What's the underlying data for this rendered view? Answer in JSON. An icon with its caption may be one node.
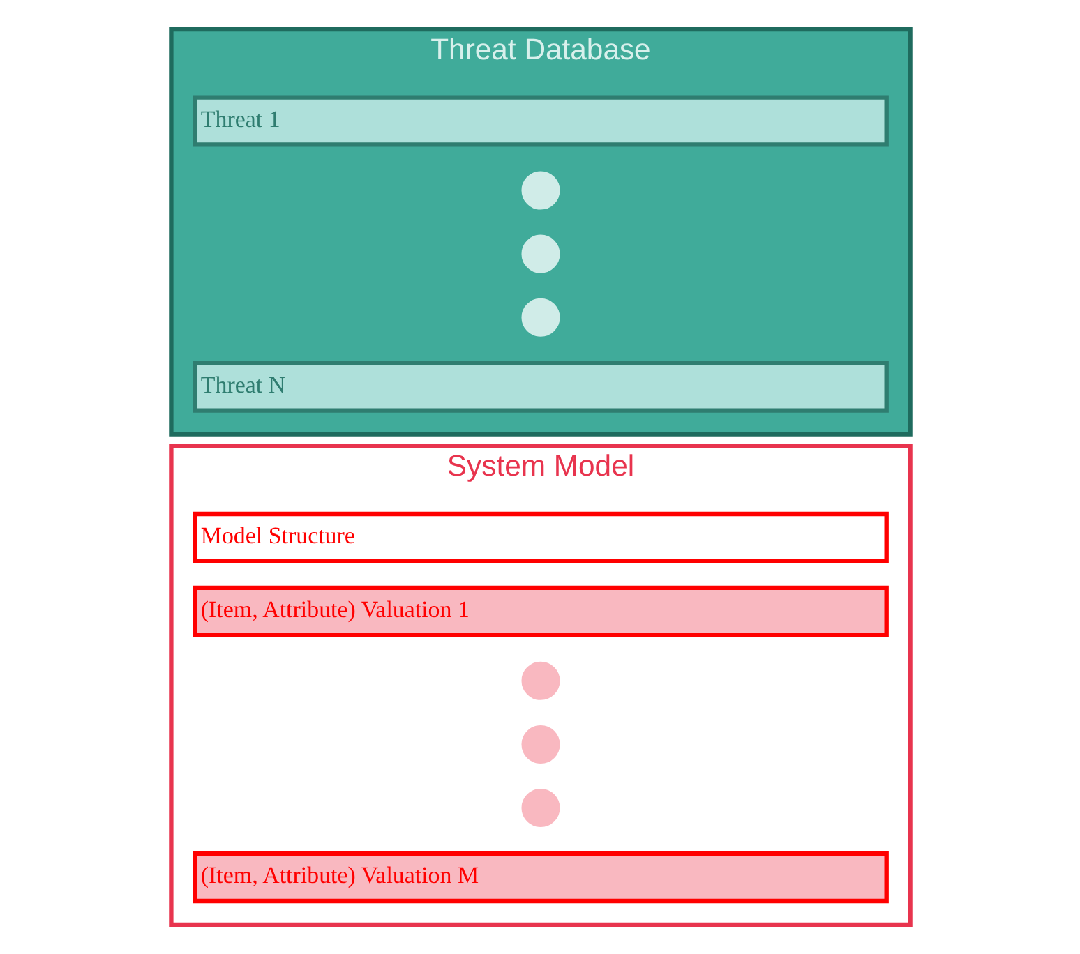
{
  "diagram": {
    "nodes": [
      {
        "text": [
          "System Model"
        ]
      },
      {
        "text": [
          "Model Structure"
        ],
        "in": 0
      },
      {
        "text": [
          "(Item, Attribute) Valuation 1"
        ],
        "in": 0
      },
      {
        "text": [],
        "shape": "circle",
        "in": 0
      },
      {
        "text": [],
        "shape": "circle",
        "in": 0
      },
      {
        "text": [],
        "shape": "circle",
        "in": 0
      },
      {
        "text": [
          "(Item, Attribute) Valuation M"
        ],
        "in": 0
      },
      {
        "text": [
          "Threat Database"
        ]
      },
      {
        "text": [
          "Threat 1"
        ],
        "in": 7
      },
      {
        "text": [],
        "shape": "circle",
        "in": 7
      },
      {
        "text": [],
        "shape": "circle",
        "in": 7
      },
      {
        "text": [],
        "shape": "circle",
        "in": 7
      },
      {
        "text": [
          "Threat N"
        ],
        "in": 7
      }
    ],
    "edges": []
  }
}
